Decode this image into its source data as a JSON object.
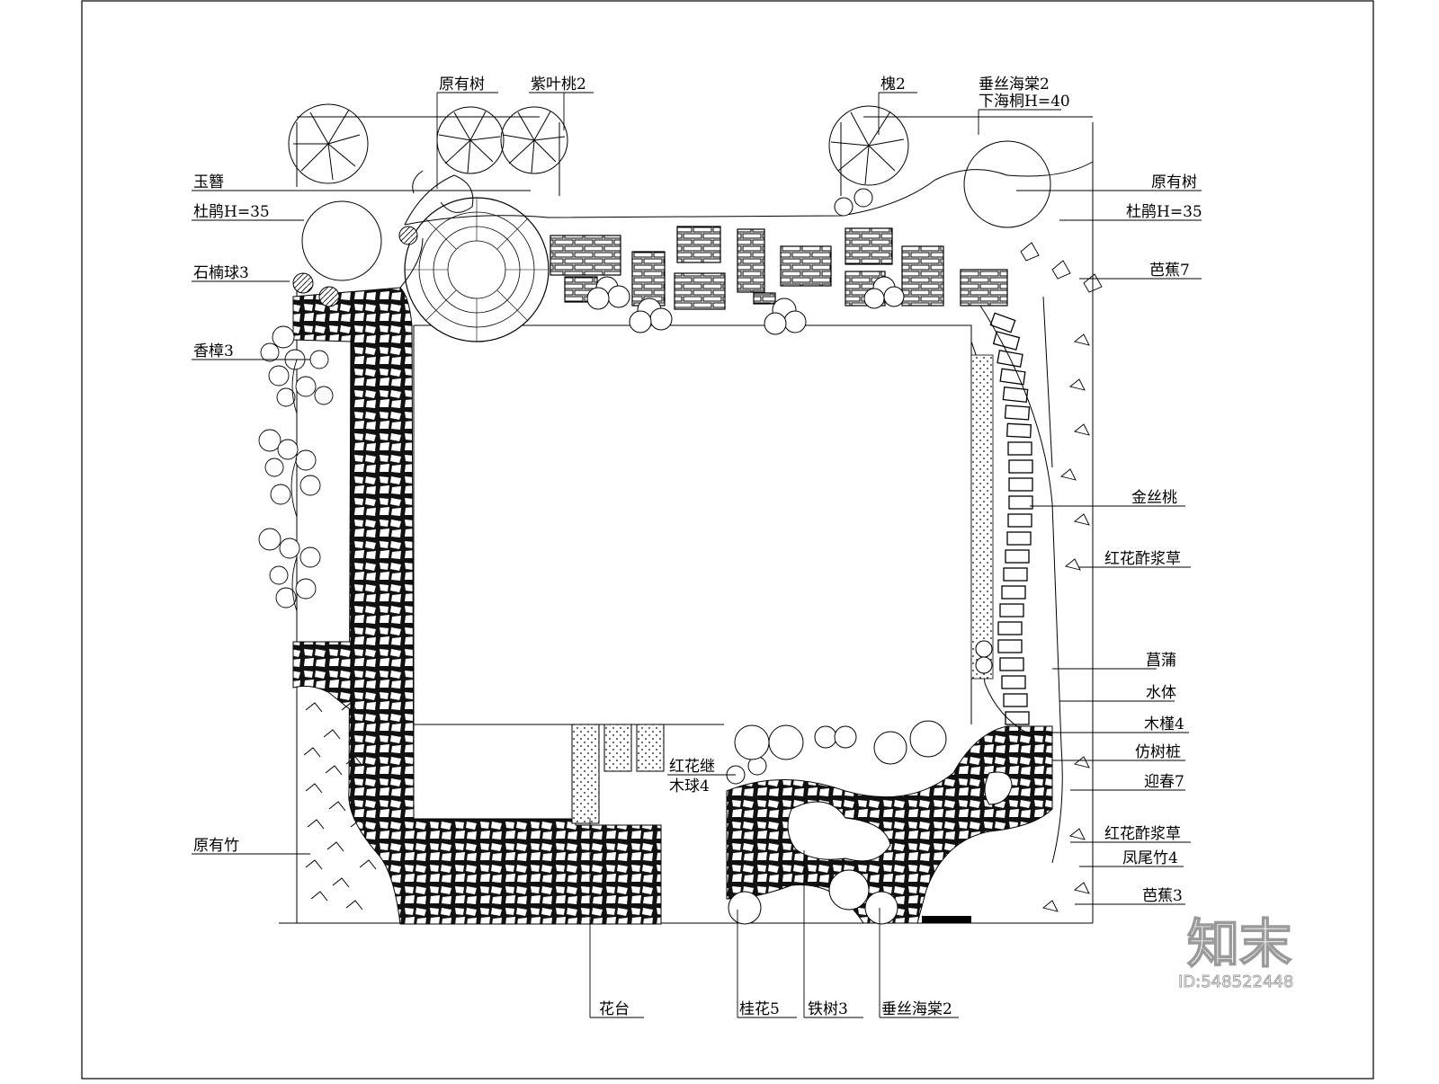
{
  "labels": {
    "yuanyoushu_top": "原有树",
    "ziyetao": "紫叶桃2",
    "huai": "槐2",
    "chuisi_haitang_top": "垂丝海棠2",
    "xiahaitong": "下海桐H=40",
    "yuzan": "玉簪",
    "dujuan_left": "杜鹃H=35",
    "shinanqiu": "石楠球3",
    "xiangzhang": "香樟3",
    "yuanyouzhu": "原有竹",
    "yuanyoushu_right": "原有树",
    "dujuan_right": "杜鹃H=35",
    "bajiao7": "芭蕉7",
    "jinsitao": "金丝桃",
    "honghua_cujiangcao_1": "红花酢浆草",
    "changpu": "菖蒲",
    "shuiti": "水体",
    "mujin": "木槿4",
    "fangshuzhuang": "仿树桩",
    "yingchun": "迎春7",
    "honghua_cujiangcao_2": "红花酢浆草",
    "fengweizhu": "凤尾竹4",
    "bajiao3": "芭蕉3",
    "honghuaji_1": "红花继",
    "honghuaji_2": "木球4",
    "huatai": "花台",
    "guihua": "桂花5",
    "tieshu": "铁树3",
    "chuisi_haitang_bottom": "垂丝海棠2"
  },
  "watermark": {
    "logo": "知末",
    "id": "ID:548522448"
  }
}
